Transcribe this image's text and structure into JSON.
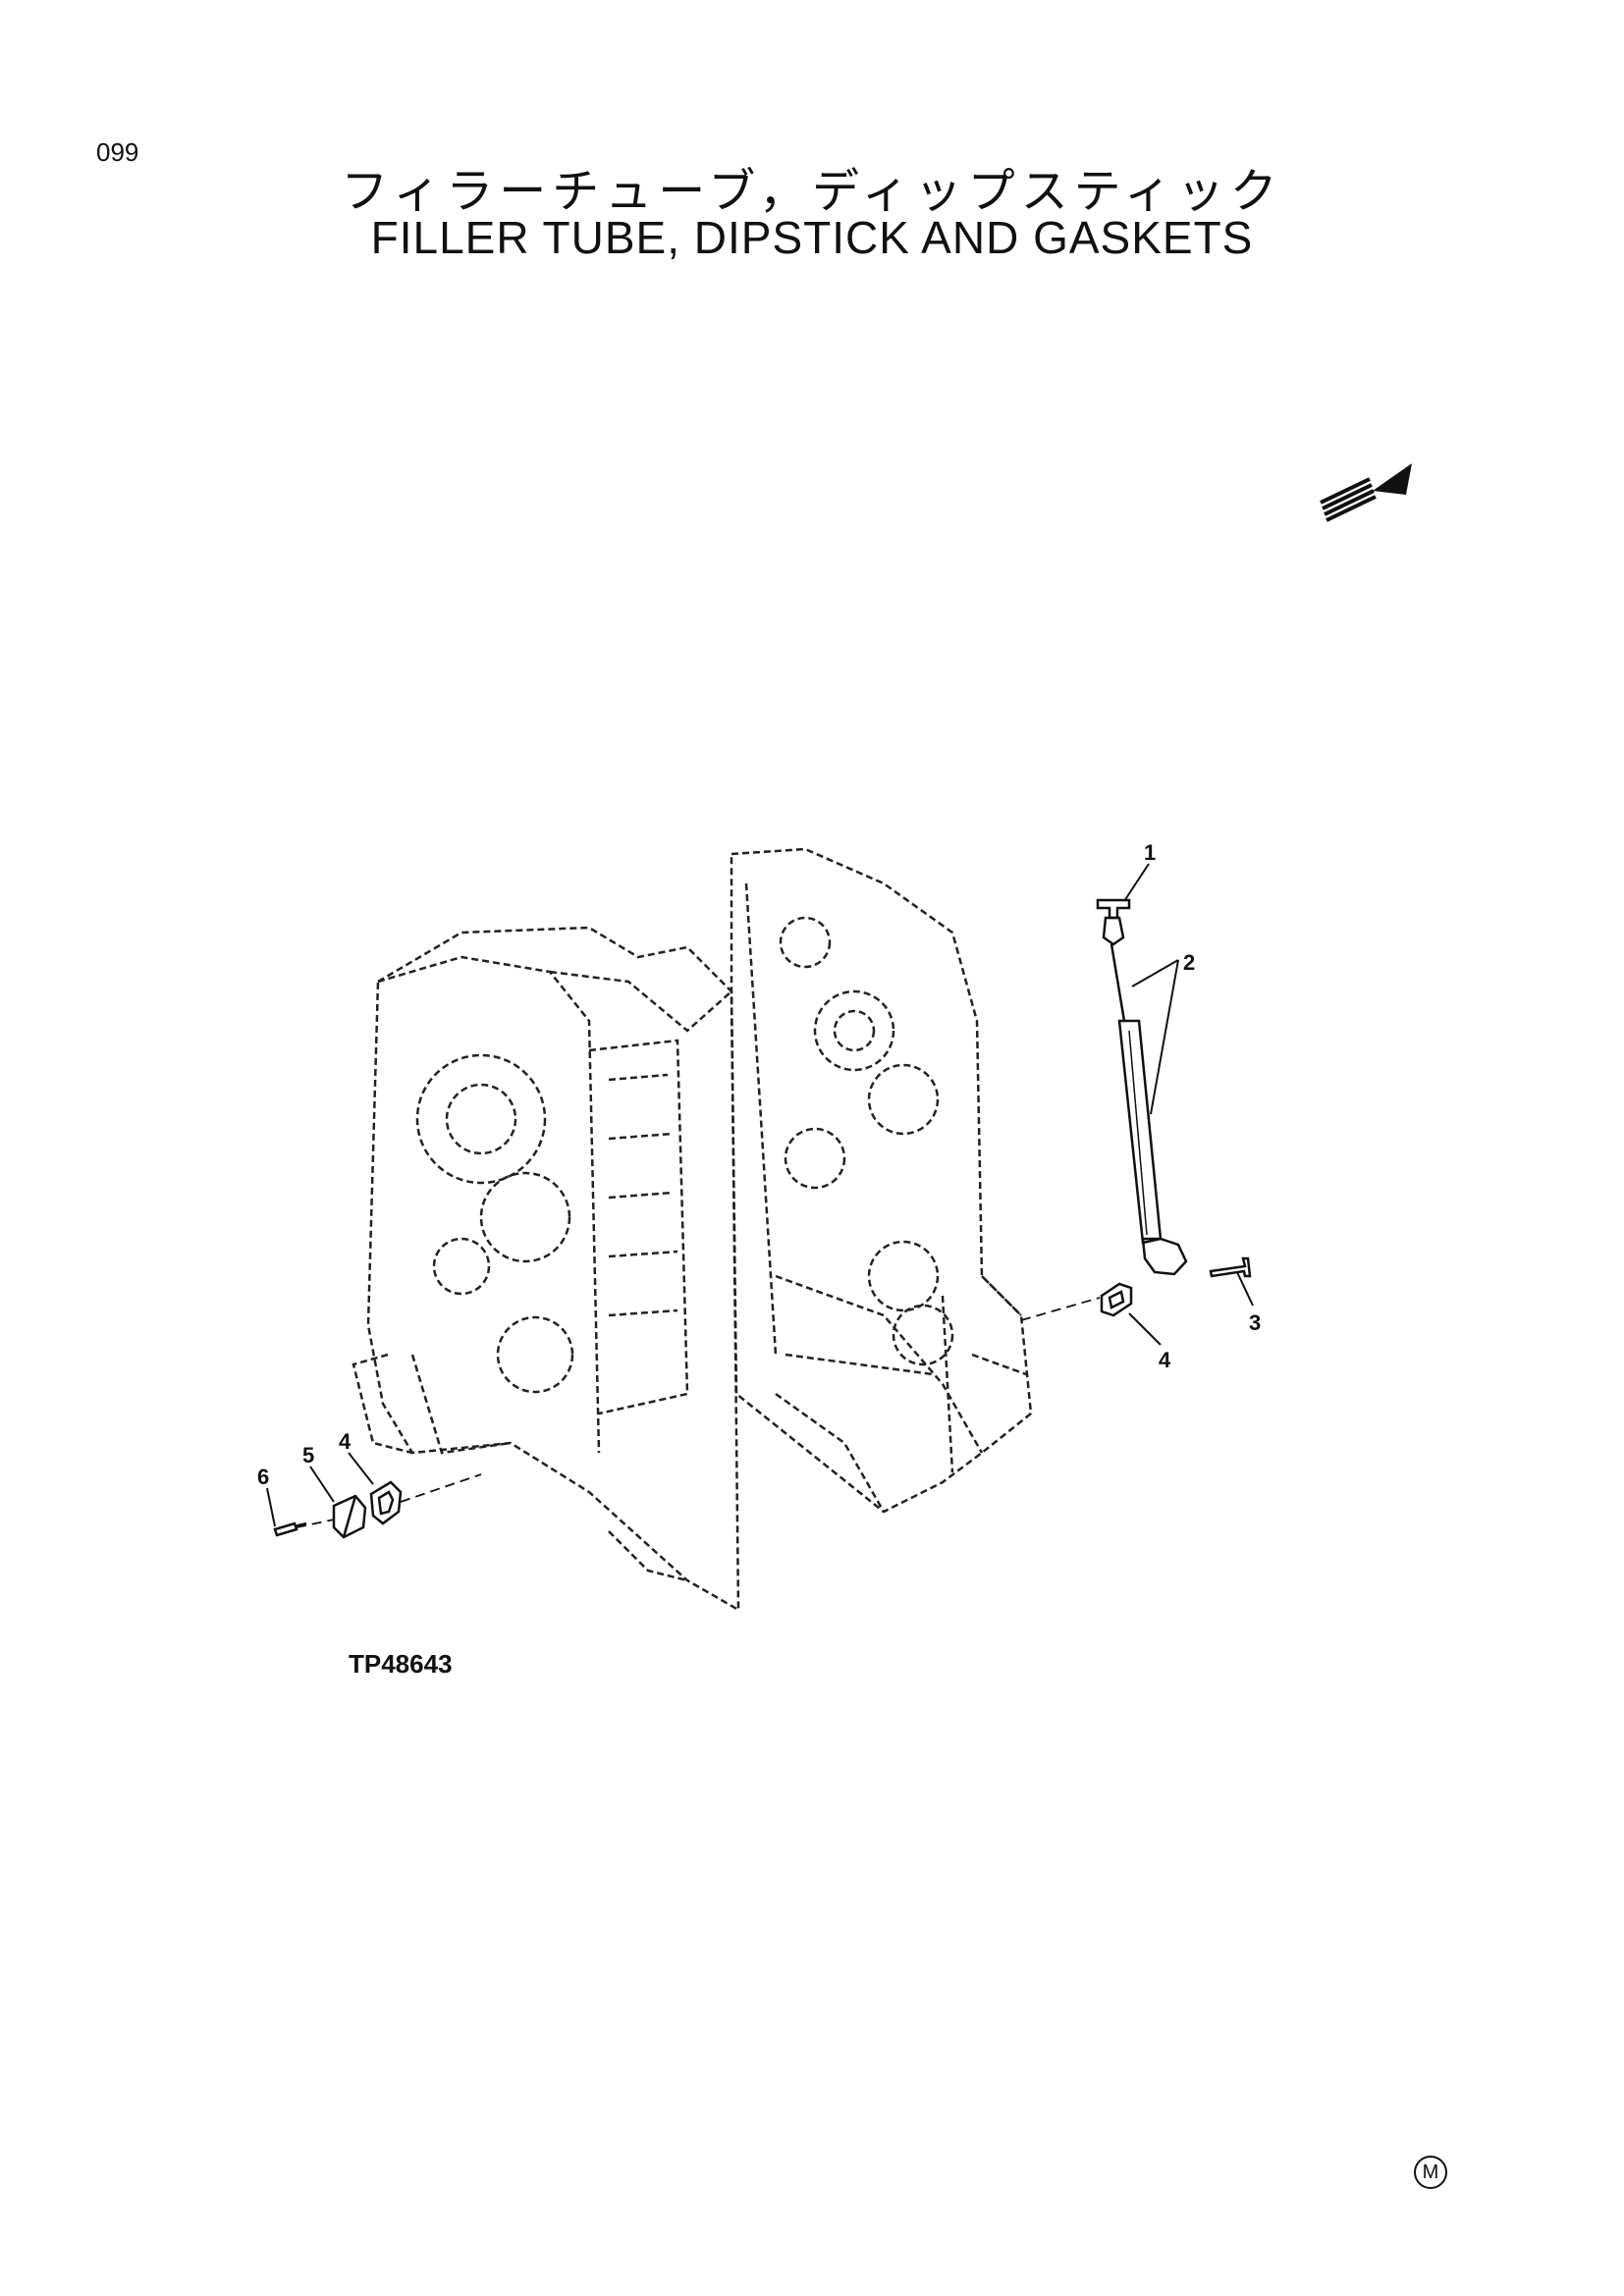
{
  "page": {
    "number": "099",
    "title_jp": "フィラーチューブ，ディップスティック",
    "title_en": "FILLER TUBE, DIPSTICK AND GASKETS",
    "figure_code": "TP48643",
    "mark": "M"
  },
  "callouts": [
    "1",
    "2",
    "3",
    "4",
    "4",
    "5",
    "6"
  ],
  "icons": {
    "direction": "front-direction-arrow-icon"
  }
}
